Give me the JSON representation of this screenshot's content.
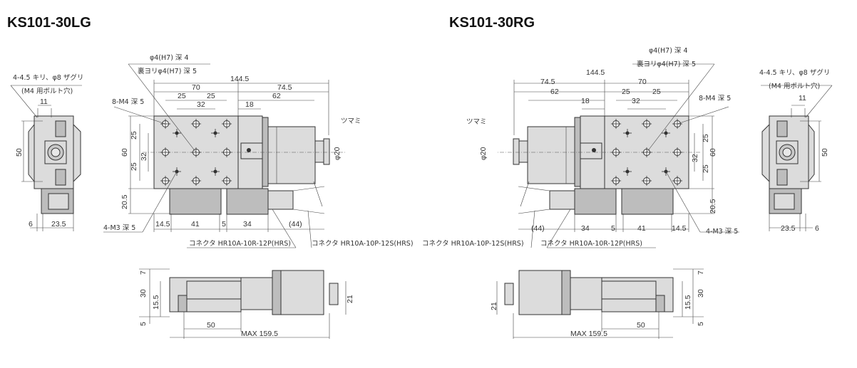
{
  "models": {
    "left": {
      "title": "KS101-30LG",
      "side_view": {
        "hole_spec": "4-4.5 キリ、φ8 ザグリ",
        "bolt_note": "(M4 用ボルト穴)",
        "d11": "11",
        "d50": "50",
        "d6": "6",
        "d23_5": "23.5"
      },
      "top_view": {
        "pin_spec": "φ4(H7) 深 4",
        "pin_back": "裏ヨリφ4(H7) 深 5",
        "d144_5": "144.5",
        "d70": "70",
        "d74_5": "74.5",
        "d25a": "25",
        "d25b": "25",
        "d62": "62",
        "d32": "32",
        "d18": "18",
        "tap_m4": "8-M4 深 5",
        "v25a": "25",
        "v60": "60",
        "v32": "32",
        "v25b": "25",
        "v20_5": "20.5",
        "b14_5": "14.5",
        "b41": "41",
        "b5": "5",
        "b34": "34",
        "b44": "(44)",
        "tap_m3": "4-M3 深 5",
        "knob": "ツマミ",
        "knob_dia": "φ20",
        "connector_r": "コネクタ HR10A-10R-12P(HRS)",
        "connector_p": "コネクタ HR10A-10P-12S(HRS)"
      },
      "bottom_view": {
        "d7": "7",
        "d30": "30",
        "d15_5": "15.5",
        "d5": "5",
        "d21": "21",
        "d50": "50",
        "max": "MAX 159.5"
      }
    },
    "right": {
      "title": "KS101-30RG",
      "side_view": {
        "hole_spec": "4-4.5 キリ、φ8 ザグリ",
        "bolt_note": "(M4 用ボルト穴)",
        "d11": "11",
        "d50": "50",
        "d6": "6",
        "d23_5": "23.5"
      },
      "top_view": {
        "pin_spec": "φ4(H7) 深 4",
        "pin_back": "裏ヨリφ4(H7) 深 5",
        "d144_5": "144.5",
        "d70": "70",
        "d74_5": "74.5",
        "d25a": "25",
        "d25b": "25",
        "d62": "62",
        "d32": "32",
        "d18": "18",
        "tap_m4": "8-M4 深 5",
        "v25a": "25",
        "v60": "60",
        "v32": "32",
        "v25b": "25",
        "v20_5": "20.5",
        "b14_5": "14.5",
        "b41": "41",
        "b5": "5",
        "b34": "34",
        "b44": "(44)",
        "tap_m3": "4-M3 深 5",
        "knob": "ツマミ",
        "knob_dia": "φ20",
        "connector_r": "コネクタ HR10A-10R-12P(HRS)",
        "connector_p": "コネクタ HR10A-10P-12S(HRS)"
      },
      "bottom_view": {
        "d7": "7",
        "d30": "30",
        "d15_5": "15.5",
        "d5": "5",
        "d21": "21",
        "d50": "50",
        "max": "MAX 159.5"
      }
    }
  }
}
